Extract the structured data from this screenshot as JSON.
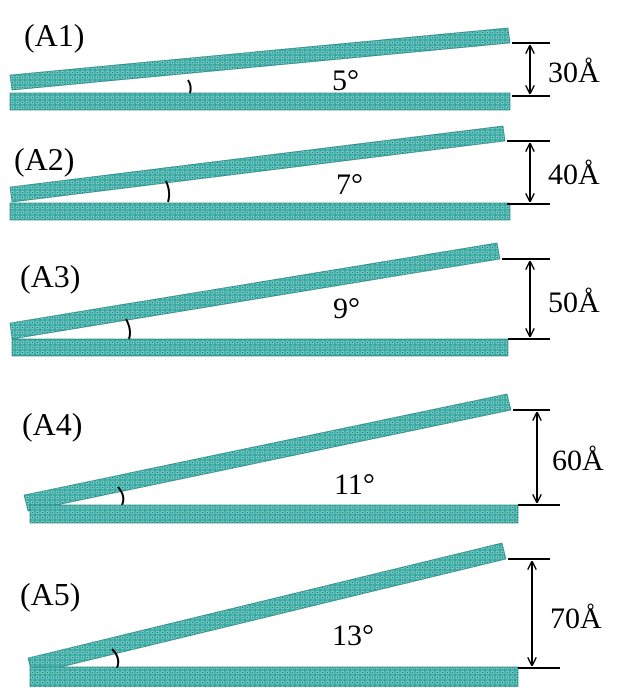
{
  "colors": {
    "slab": "#3aa8a2",
    "slab_dark": "#1f7c78",
    "slab_light": "#78cdc6",
    "ink": "#000000",
    "background": "#ffffff"
  },
  "panels": [
    {
      "label": "(A1)",
      "angle_deg": 5,
      "angle_label": "5°",
      "gap_label": "30Å"
    },
    {
      "label": "(A2)",
      "angle_deg": 7,
      "angle_label": "7°",
      "gap_label": "40Å"
    },
    {
      "label": "(A3)",
      "angle_deg": 9,
      "angle_label": "9°",
      "gap_label": "50Å"
    },
    {
      "label": "(A4)",
      "angle_deg": 11,
      "angle_label": "11°",
      "gap_label": "60Å"
    },
    {
      "label": "(A5)",
      "angle_deg": 13,
      "angle_label": "13°",
      "gap_label": "70Å"
    }
  ]
}
